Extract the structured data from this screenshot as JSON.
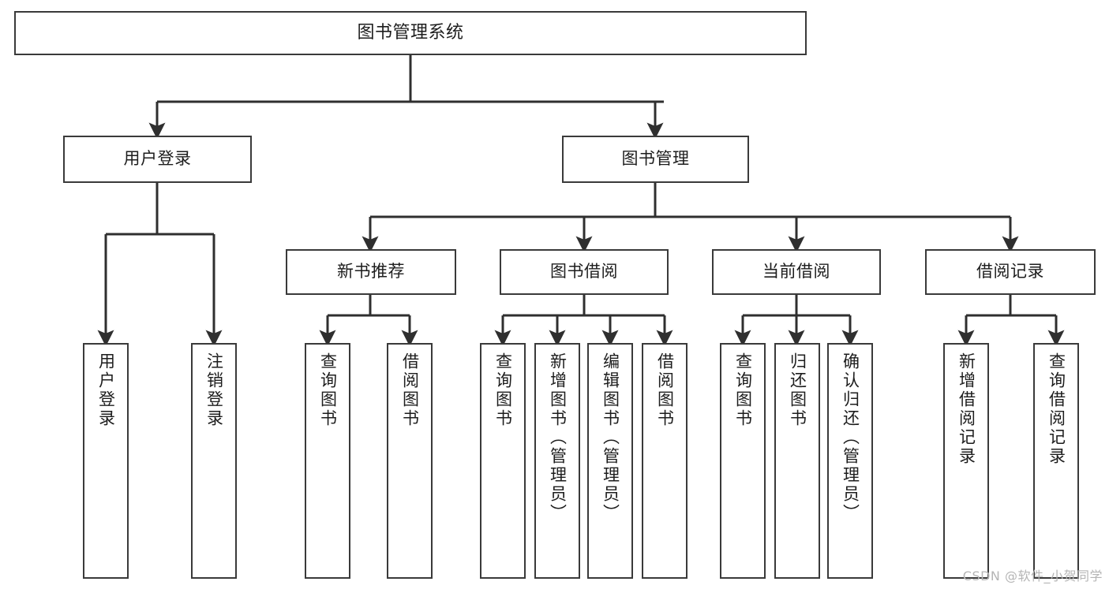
{
  "diagram": {
    "title": "图书管理系统",
    "type": "tree-hierarchy",
    "watermark": "CSDN @软件_小贺同学",
    "colors": {
      "background": "#ffffff",
      "box_border": "#3a3a3a",
      "box_fill": "#ffffff",
      "text": "#1d1d1d",
      "connector": "#2f2f2f",
      "watermark": "#b5b5b5"
    }
  },
  "nodes": {
    "root": {
      "label": "图书管理系统"
    },
    "level2": [
      {
        "id": "user-login",
        "label": "用户登录"
      },
      {
        "id": "book-manage",
        "label": "图书管理"
      }
    ],
    "level3": [
      {
        "id": "new-book-recommend",
        "label": "新书推荐"
      },
      {
        "id": "book-borrow",
        "label": "图书借阅"
      },
      {
        "id": "current-borrow",
        "label": "当前借阅"
      },
      {
        "id": "borrow-record",
        "label": "借阅记录"
      }
    ],
    "leaves": {
      "user_login": [
        {
          "id": "leaf-user-login",
          "label": "用户登录"
        },
        {
          "id": "leaf-logout-login",
          "label": "注销登录"
        }
      ],
      "new_book_recommend": [
        {
          "id": "leaf-query-book-1",
          "label": "查询图书"
        },
        {
          "id": "leaf-borrow-book-1",
          "label": "借阅图书"
        }
      ],
      "book_borrow": [
        {
          "id": "leaf-query-book-2",
          "label": "查询图书"
        },
        {
          "id": "leaf-add-book",
          "label": "新增图书（管理员）"
        },
        {
          "id": "leaf-edit-book",
          "label": "编辑图书（管理员）"
        },
        {
          "id": "leaf-borrow-book-2",
          "label": "借阅图书"
        }
      ],
      "current_borrow": [
        {
          "id": "leaf-query-book-3",
          "label": "查询图书"
        },
        {
          "id": "leaf-return-book",
          "label": "归还图书"
        },
        {
          "id": "leaf-confirm-return",
          "label": "确认归还（管理员）"
        }
      ],
      "borrow_record": [
        {
          "id": "leaf-add-record",
          "label": "新增借阅记录"
        },
        {
          "id": "leaf-query-record",
          "label": "查询借阅记录"
        }
      ]
    }
  }
}
